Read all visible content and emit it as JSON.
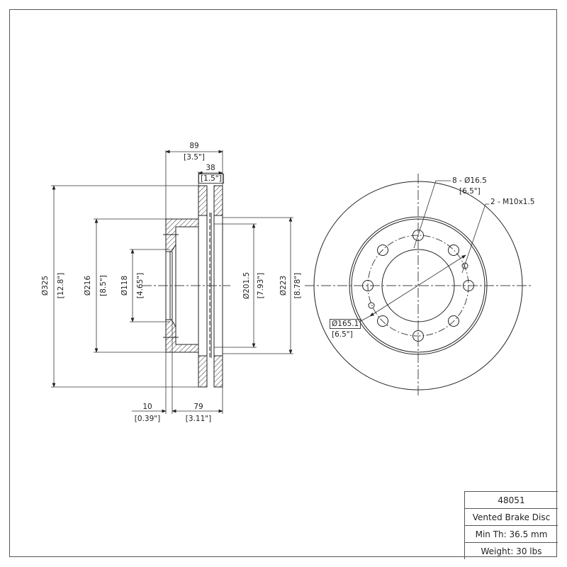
{
  "drawing": {
    "type": "technical-drawing",
    "subject": "brake disc"
  },
  "side_view": {
    "dims": {
      "overall_width": {
        "mm": "89",
        "in": "[3.5\"]"
      },
      "disc_thickness": {
        "mm": "38",
        "in": "[1.5\"]"
      },
      "outer_diameter": {
        "mm": "Ø325",
        "in": "[12.8\"]"
      },
      "hat_diameter": {
        "mm": "Ø216",
        "in": "[8.5\"]"
      },
      "center_bore": {
        "mm": "Ø118",
        "in": "[4.65\"]"
      },
      "inner_friction": {
        "mm": "Ø201.5",
        "in": "[7.93\"]"
      },
      "vent_diameter": {
        "mm": "Ø223",
        "in": "[8.78\"]"
      },
      "hat_flange": {
        "mm": "10",
        "in": "[0.39\"]"
      },
      "hat_height": {
        "mm": "79",
        "in": "[3.11\"]"
      }
    }
  },
  "front_view": {
    "callouts": {
      "bolt_holes": {
        "label": "8 - Ø16.5",
        "in": "[6.5\"]"
      },
      "threaded_holes": {
        "label": "2 - M10x1.5"
      },
      "bolt_circle": {
        "mm": "Ø165.1",
        "in": "[6.5\"]"
      }
    }
  },
  "title_block": {
    "part_number": "48051",
    "description": "Vented Brake Disc",
    "min_thickness": "Min Th: 36.5 mm",
    "weight": "Weight: 30 lbs"
  },
  "colors": {
    "line": "#222222",
    "frame": "#555555",
    "background": "#ffffff"
  }
}
